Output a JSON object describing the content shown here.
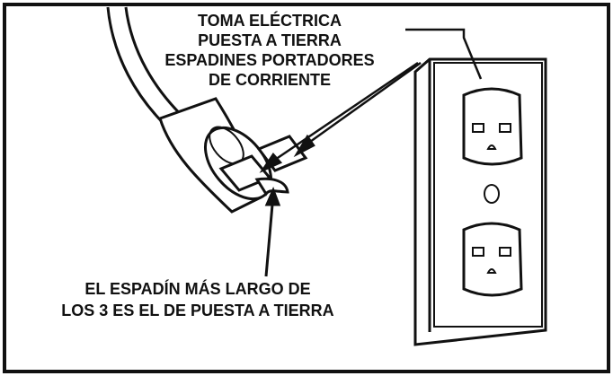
{
  "labels": {
    "grounded_outlet_line1": "TOMA ELÉCTRICA",
    "grounded_outlet_line2": "PUESTA A TIERRA",
    "current_prongs_line1": "ESPADINES PORTADORES",
    "current_prongs_line2": "DE CORRIENTE",
    "ground_prong_line1": "EL ESPADÍN MÁS LARGO DE",
    "ground_prong_line2": "LOS 3 ES EL DE PUESTA A TIERRA"
  },
  "colors": {
    "ink": "#111111",
    "background": "#ffffff",
    "frame": "#111111"
  },
  "icons": {
    "plug": "three-prong-plug-icon",
    "outlet": "duplex-grounded-outlet-icon"
  }
}
